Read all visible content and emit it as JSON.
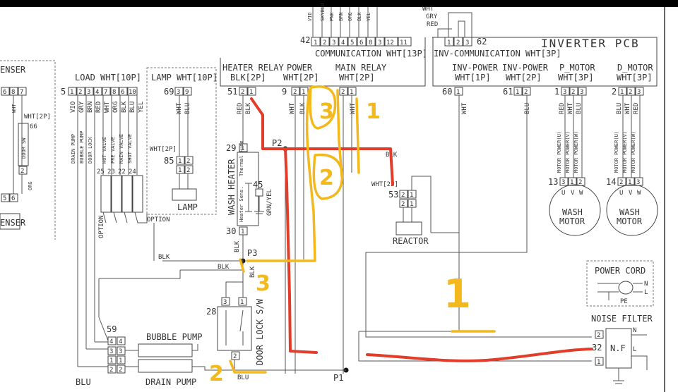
{
  "top_wires": {
    "wht": "WHT",
    "gry": "GRY",
    "red": "RED"
  },
  "top_colors": [
    "VIO",
    "SKYBLU",
    "PNK",
    "BRN",
    "ORG",
    "BLK",
    "YEL"
  ],
  "communication": {
    "num": "42",
    "pins": [
      "1",
      "2",
      "3",
      "4",
      "5",
      "6",
      "8",
      "3",
      "12",
      "11"
    ],
    "label": "COMMUNICATION WHT[13P]"
  },
  "inv_communication": {
    "pins": [
      "1",
      "2",
      "3"
    ],
    "num": "62",
    "label": "INV-COMMUNICATION WHT[3P]"
  },
  "inverter_pcb": "INVERTER PCB",
  "dispenser": {
    "frag1": "ENSER",
    "frag2": "ENSER",
    "pins": [
      "6",
      "8",
      "7"
    ],
    "pins_bottom": [
      "5",
      "6"
    ],
    "colors": [
      "WHT",
      "ORG"
    ],
    "small_conn": "WHT[2P]",
    "num66": "66",
    "door_sw": "DOOR SW",
    "org": "ORG",
    "two": "2"
  },
  "load": {
    "label": "LOAD WHT[10P]",
    "num": "5",
    "pins": [
      "1",
      "2",
      "3",
      "4",
      "7",
      "8",
      "6",
      "10"
    ],
    "colors": [
      "VIO",
      "GRY",
      "BRN",
      "RED",
      "WHT",
      "ORG",
      "BLK",
      "BLU",
      "YEL"
    ],
    "parts": [
      "DRAIN PUMP",
      "BUBBLE PUMP",
      "DOOR LOCK",
      "HOT VALVE",
      "PRE VALVE",
      "MAIN VALVE",
      "SHOT VALVE"
    ],
    "nums": [
      "25",
      "23",
      "22",
      "24"
    ],
    "option1": "OPTION",
    "option2": "OPTION"
  },
  "lamp": {
    "label": "LAMP WHT[10P]",
    "num": "69",
    "pins": [
      "3",
      "9"
    ],
    "colors": [
      "WHT",
      "BLU"
    ],
    "conn": "WHT[2P]",
    "conn_num": "85",
    "pins2": [
      "1",
      "2",
      "1",
      "2"
    ],
    "name": "LAMP"
  },
  "heater_relay": {
    "label": "HEATER RELAY",
    "conn": "BLK[2P]",
    "num": "51",
    "pins": [
      "2",
      "1"
    ],
    "colors": [
      "RED",
      "BLK"
    ]
  },
  "power": {
    "label": "POWER",
    "conn": "WHT[2P]",
    "num": "9",
    "pins": [
      "2",
      "1"
    ],
    "colors": [
      "WHT",
      "BLK"
    ]
  },
  "main_relay": {
    "label": "MAIN RELAY",
    "conn": "WHT[2P]",
    "pins": [
      "2",
      "1"
    ],
    "colors": [
      "WHT"
    ]
  },
  "inv_power1": {
    "label": "INV-POWER",
    "conn": "WHT[1P]",
    "num": "60",
    "pin": "1",
    "color": "WHT"
  },
  "inv_power2": {
    "label": "INV-POWER",
    "conn": "WHT[2P]",
    "num": "61",
    "pins": [
      "1",
      "2"
    ],
    "color": "BLU"
  },
  "p_motor": {
    "label": "P_MOTOR",
    "conn": "WHT[3P]",
    "num": "1",
    "pins": [
      "3",
      "2",
      "3"
    ],
    "colors": [
      "RED",
      "WHT",
      "BLU"
    ],
    "num2": "13",
    "pins2": [
      "3",
      "1",
      "2"
    ],
    "phases": [
      "MOTOR POWER(U)",
      "MOTOR POWER(V)",
      "MOTOR POWER(W)"
    ],
    "uvw": [
      "U",
      "V",
      "W"
    ],
    "name1": "WASH",
    "name2": "MOTOR"
  },
  "d_motor": {
    "label": "D_MOTOR",
    "conn": "WHT[3P]",
    "num": "2",
    "pins": [
      "1",
      "2",
      "3"
    ],
    "colors": [
      "BLU",
      "WHT",
      "RED"
    ],
    "num2": "14",
    "pins2": [
      "2",
      "1",
      "3"
    ],
    "phases": [
      "MOTOR POWER(U)",
      "MOTOR POWER(V)",
      "MOTOR POWER(W)"
    ],
    "uvw": [
      "U",
      "V",
      "W"
    ],
    "name1": "WASH",
    "name2": "MOTOR"
  },
  "points": {
    "p1": "P1",
    "p2": "P2",
    "p3": "P3"
  },
  "wire_labels": {
    "blk1": "BLK",
    "blk2": "BLK",
    "blk3": "BLK",
    "blk4": "BLK",
    "blk5": "BLK",
    "blu": "BLU",
    "blu2": "BLU",
    "wht2p": "WHT[2P]",
    "grnyel": "GRN/YEL",
    "gnd_num": "45"
  },
  "wash_heater": {
    "num1": "29",
    "num2": "30",
    "pin1": "1",
    "pin2": "1",
    "name": "WASH HEATER",
    "fuse": "Thermal Fuse",
    "sensor": "Heater Sens."
  },
  "reactor": {
    "num": "53",
    "pins": [
      "2",
      "1",
      "2",
      "1"
    ],
    "name": "REACTOR"
  },
  "door_lock": {
    "num": "28",
    "pins": [
      "3",
      "1"
    ],
    "bottom_pin": "2",
    "name": "DOOR LOCK S/W"
  },
  "pumps": {
    "num": "59",
    "pins_l": [
      "4",
      "3",
      "2"
    ],
    "pins_r": [
      "4",
      "3",
      "1",
      "1",
      "2"
    ],
    "bubble": "BUBBLE PUMP",
    "drain": "DRAIN PUMP"
  },
  "power_cord": {
    "label": "POWER CORD",
    "n": "N",
    "l": "L",
    "pe": "PE"
  },
  "noise_filter": {
    "label": "NOISE FILTER",
    "num": "32",
    "pins": [
      "2",
      "1"
    ],
    "nf": "N.F",
    "n": "N",
    "l": "L"
  },
  "annotations": {
    "a1": "1",
    "a2": "2",
    "a3": "3",
    "b1": "1",
    "b2": "2",
    "b3": "3"
  },
  "colors": {
    "red_marker": "#e23c2a",
    "yellow_marker": "#f2b81c",
    "line": "#444444"
  }
}
